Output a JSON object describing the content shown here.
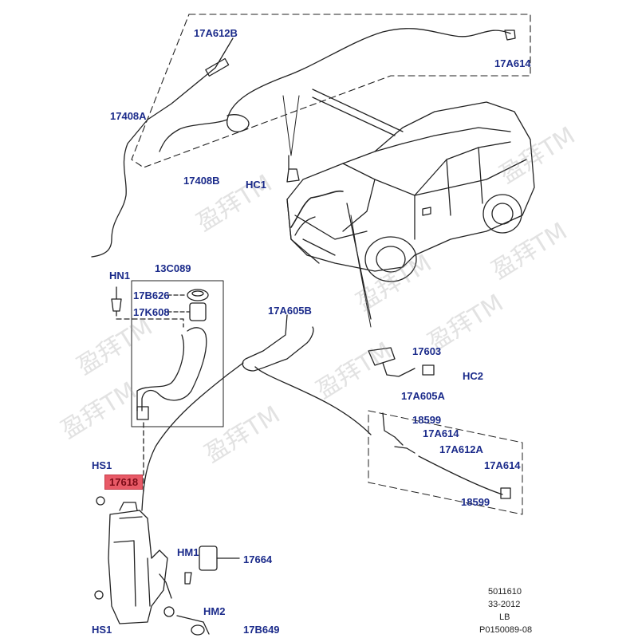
{
  "labels": {
    "l_17A612B": "17A612B",
    "l_17A614_top": "17A614",
    "l_17408A": "17408A",
    "l_17408B": "17408B",
    "l_HC1": "HC1",
    "l_13C089": "13C089",
    "l_HN1": "HN1",
    "l_17B626": "17B626",
    "l_17K608": "17K608",
    "l_17A605B": "17A605B",
    "l_17603": "17603",
    "l_HC2": "HC2",
    "l_17A605A": "17A605A",
    "l_18599_a": "18599",
    "l_17A614_mid": "17A614",
    "l_17A612A": "17A612A",
    "l_17A614_right": "17A614",
    "l_18599_b": "18599",
    "l_HS1_top": "HS1",
    "l_17618": "17618",
    "l_HM1": "HM1",
    "l_17664": "17664",
    "l_HM2": "HM2",
    "l_HS1_bottom": "HS1",
    "l_17B649": "17B649"
  },
  "doc_codes": [
    "5011610",
    "33-2012",
    "LB",
    "P0150089-08"
  ],
  "watermark": "盈拜TM",
  "colors": {
    "label": "#1a2a8a",
    "highlight": "#e85a67",
    "line": "#222222"
  }
}
